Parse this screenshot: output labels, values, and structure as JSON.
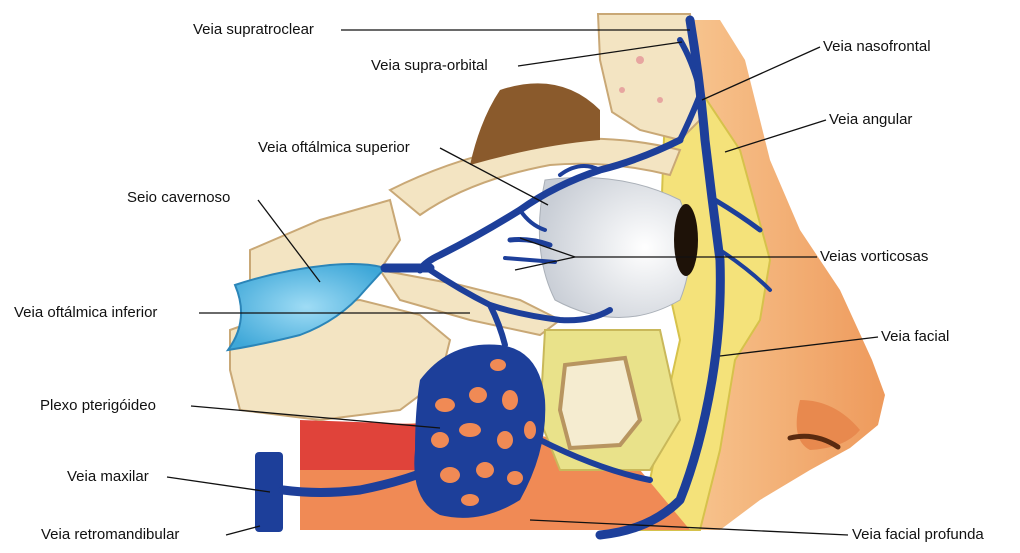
{
  "labels": {
    "supratroclear": "Veia supratroclear",
    "supraorbital": "Veia supra-orbital",
    "nasofrontal": "Veia nasofrontal",
    "angular": "Veia angular",
    "oftalmica_superior": "Veia oftálmica superior",
    "seio_cavernoso": "Seio cavernoso",
    "vorticosas": "Veias vorticosas",
    "oftalmica_inferior": "Veia oftálmica inferior",
    "facial": "Veia facial",
    "plexo": "Plexo pterigóideo",
    "maxilar": "Veia maxilar",
    "retromandibular": "Veia retromandibular",
    "facial_profunda": "Veia facial profunda"
  },
  "colors": {
    "vein": "#1d3f9a",
    "vein_dark": "#12306e",
    "bone": "#f3e4c2",
    "bone_dark": "#c9a876",
    "cavity": "#8a5a2c",
    "eye": "#e9ecef",
    "sinus": "#6fc3e8",
    "fat": "#f2e36a",
    "skin": "#f2a56b",
    "muscle": "#e0433a"
  }
}
